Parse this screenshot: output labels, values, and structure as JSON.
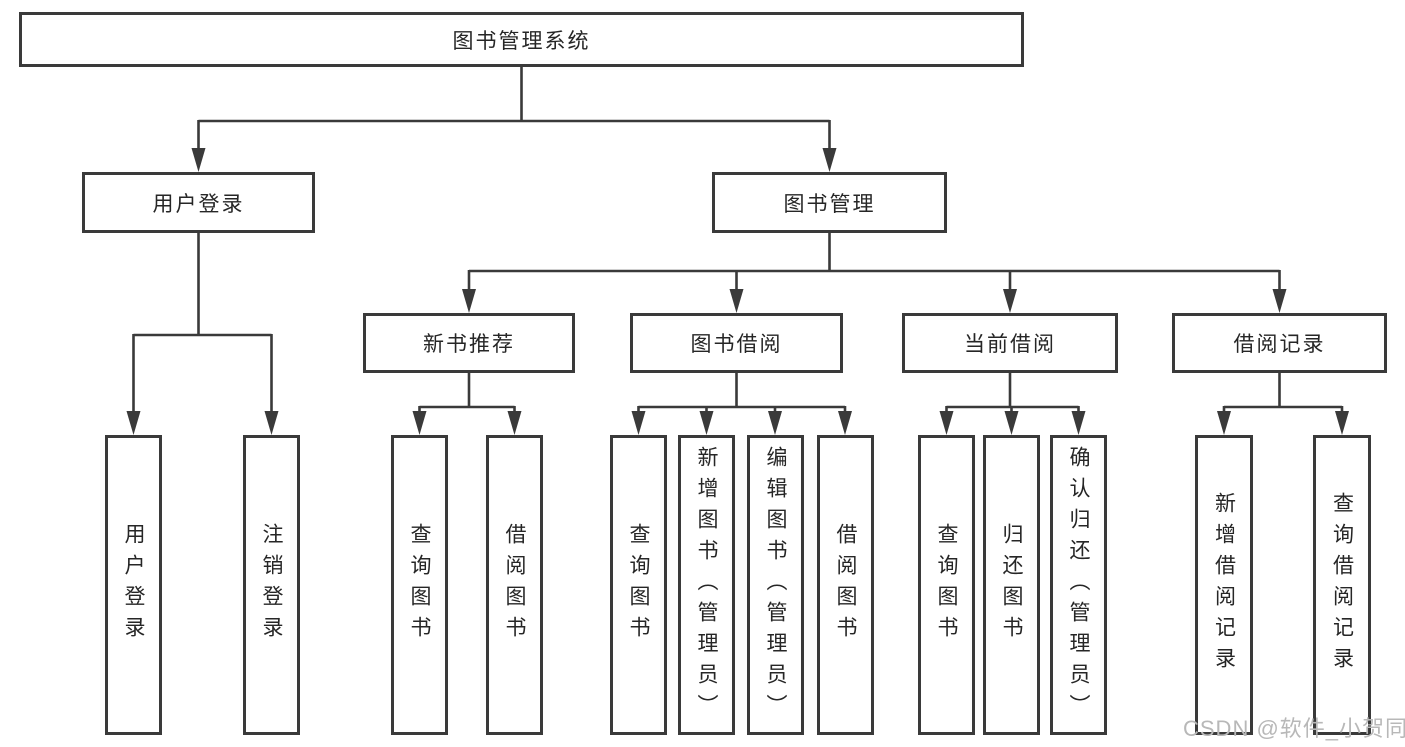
{
  "tree": {
    "label": "图书管理系统",
    "children": [
      {
        "label": "用户登录",
        "children": [
          {
            "label": "用户登录"
          },
          {
            "label": "注销登录"
          }
        ]
      },
      {
        "label": "图书管理",
        "children": [
          {
            "label": "新书推荐",
            "children": [
              {
                "label": "查询图书"
              },
              {
                "label": "借阅图书"
              }
            ]
          },
          {
            "label": "图书借阅",
            "children": [
              {
                "label": "查询图书"
              },
              {
                "label": "新增图书（管理员）"
              },
              {
                "label": "编辑图书（管理员）"
              },
              {
                "label": "借阅图书"
              }
            ]
          },
          {
            "label": "当前借阅",
            "children": [
              {
                "label": "查询图书"
              },
              {
                "label": "归还图书"
              },
              {
                "label": "确认归还（管理员）"
              }
            ]
          },
          {
            "label": "借阅记录",
            "children": [
              {
                "label": "新增借阅记录"
              },
              {
                "label": "查询借阅记录"
              }
            ]
          }
        ]
      }
    ]
  },
  "watermark": {
    "text": "CSDN @软件_小贺同学"
  },
  "colors": {
    "line": "#3a3a3a",
    "text": "#262626",
    "watermark": "#b8b8b8",
    "background": "#ffffff"
  }
}
